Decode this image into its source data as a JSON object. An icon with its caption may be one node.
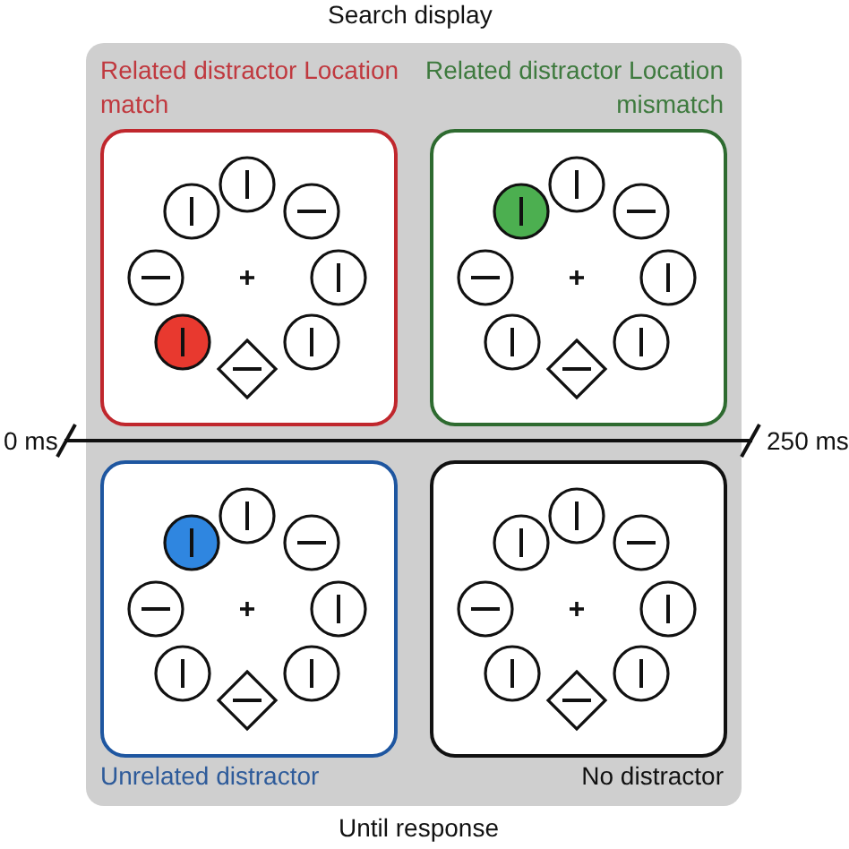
{
  "diagram": {
    "title": "Search display",
    "caption": "Until response",
    "nodes": [
      {
        "text": [
          "Related distractor Location match"
        ]
      },
      {
        "text": [
          "Related distractor Location mismatch"
        ]
      },
      {
        "text": [
          "Unrelated distractor"
        ]
      },
      {
        "text": [
          "No distractor"
        ]
      }
    ],
    "labels": [
      "0 ms",
      "250 ms"
    ]
  }
}
